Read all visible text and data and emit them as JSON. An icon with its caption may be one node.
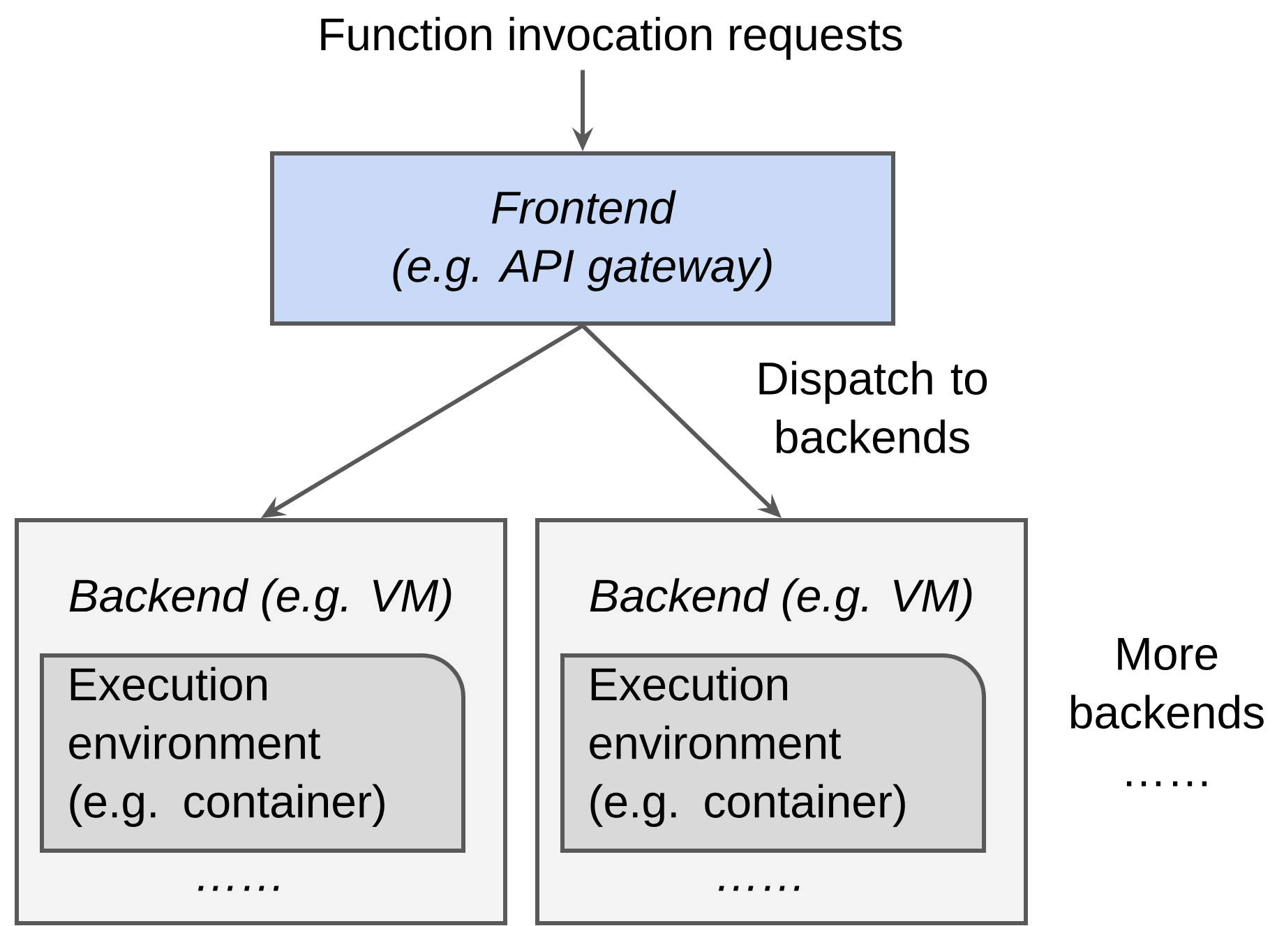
{
  "diagram": {
    "nodes": [
      {
        "text": [
          "Function invocation requests"
        ]
      },
      {
        "text": [
          "Frontend",
          "(e.g. API gateway)"
        ]
      },
      {
        "text": [
          "Backend (e.g. VM)",
          "……"
        ]
      },
      {
        "text": [
          "Execution environment (e.g. container)"
        ],
        "in": 2
      },
      {
        "text": [
          "Backend (e.g. VM)",
          "……"
        ]
      },
      {
        "text": [
          "Execution environment (e.g. container)"
        ],
        "in": 4
      }
    ],
    "edges": [
      {
        "from": 0,
        "to": 1,
        "arrow": "to"
      },
      {
        "from": 1,
        "to": 2,
        "arrow": "to"
      },
      {
        "from": 1,
        "to": 4,
        "arrow": "to",
        "label": "Dispatch to backends"
      }
    ],
    "labels": [
      "More backends",
      "……"
    ]
  }
}
